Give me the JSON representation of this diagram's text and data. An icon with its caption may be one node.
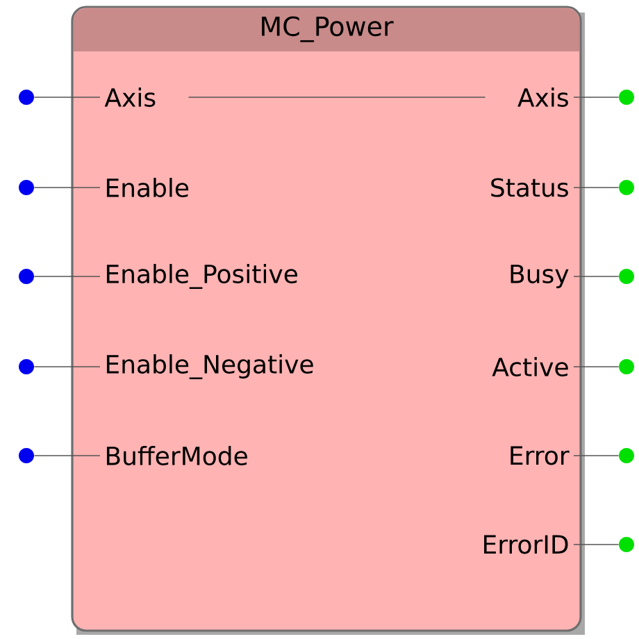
{
  "diagram": {
    "nodes": [
      {
        "text": [
          "MC_Power"
        ]
      },
      {
        "text": [
          "Axis"
        ],
        "in": 0
      },
      {
        "text": [
          "Enable"
        ],
        "in": 0
      },
      {
        "text": [
          "Enable_Positive"
        ],
        "in": 0
      },
      {
        "text": [
          "Enable_Negative"
        ],
        "in": 0
      },
      {
        "text": [
          "BufferMode"
        ],
        "in": 0
      },
      {
        "text": [
          "Axis"
        ],
        "in": 0
      },
      {
        "text": [
          "Status"
        ],
        "in": 0
      },
      {
        "text": [
          "Busy"
        ],
        "in": 0
      },
      {
        "text": [
          "Active"
        ],
        "in": 0
      },
      {
        "text": [
          "Error"
        ],
        "in": 0
      },
      {
        "text": [
          "ErrorID"
        ],
        "in": 0
      },
      {
        "text": [],
        "shape": "circle"
      },
      {
        "text": [],
        "shape": "circle"
      },
      {
        "text": [],
        "shape": "circle"
      },
      {
        "text": [],
        "shape": "circle"
      },
      {
        "text": [],
        "shape": "circle"
      },
      {
        "text": [],
        "shape": "circle"
      },
      {
        "text": [],
        "shape": "circle"
      },
      {
        "text": [],
        "shape": "circle"
      },
      {
        "text": [],
        "shape": "circle"
      },
      {
        "text": [],
        "shape": "circle"
      },
      {
        "text": [],
        "shape": "circle"
      }
    ],
    "edges": [
      {
        "from": 12,
        "to": 1,
        "arrow": "none"
      },
      {
        "from": 13,
        "to": 2,
        "arrow": "none"
      },
      {
        "from": 14,
        "to": 3,
        "arrow": "none"
      },
      {
        "from": 15,
        "to": 4,
        "arrow": "none"
      },
      {
        "from": 16,
        "to": 5,
        "arrow": "none"
      },
      {
        "from": 1,
        "to": 6,
        "arrow": "none"
      },
      {
        "from": 6,
        "to": 17,
        "arrow": "none"
      },
      {
        "from": 7,
        "to": 18,
        "arrow": "none"
      },
      {
        "from": 8,
        "to": 19,
        "arrow": "none"
      },
      {
        "from": 9,
        "to": 20,
        "arrow": "none"
      },
      {
        "from": 10,
        "to": 21,
        "arrow": "none"
      },
      {
        "from": 11,
        "to": 22,
        "arrow": "none"
      }
    ]
  }
}
